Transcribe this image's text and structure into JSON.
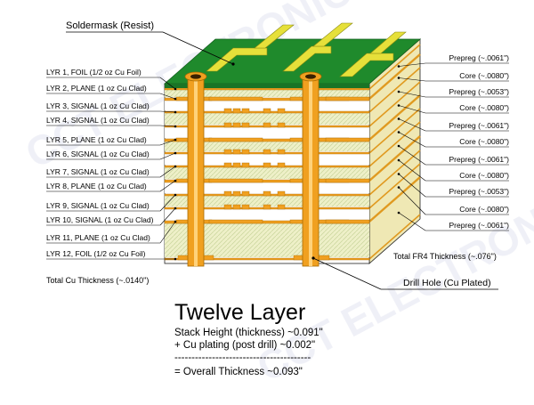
{
  "callouts": {
    "soldermask": "Soldermask (Resist)",
    "drill_hole": "Drill Hole (Cu Plated)",
    "total_cu": "Total Cu Thickness (~.0140\")",
    "total_fr4": "Total FR4 Thickness (~.076\")"
  },
  "left_layers": [
    "LYR 1, FOIL (1/2 oz Cu Foil)",
    "LYR 2, PLANE (1 oz Cu Clad)",
    "LYR 3, SIGNAL (1 oz Cu Clad)",
    "LYR 4, SIGNAL (1 oz Cu Clad)",
    "LYR 5, PLANE (1 oz Cu Clad)",
    "LYR 6, SIGNAL (1 oz Cu Clad)",
    "LYR 7, SIGNAL (1 oz Cu Clad)",
    "LYR 8, PLANE (1 oz Cu Clad)",
    "LYR 9, SIGNAL (1 oz Cu Clad)",
    "LYR 10, SIGNAL (1 oz Cu Clad)",
    "LYR 11, PLANE (1 oz Cu Clad)",
    "LYR 12, FOIL (1/2 oz Cu Foil)"
  ],
  "right_layers": [
    "Prepreg (~.0061\")",
    "Core (~.0080\")",
    "Prepreg (~.0053\")",
    "Core (~.0080\")",
    "Prepreg (~.0061\")",
    "Core (~.0080\")",
    "Prepreg (~.0061\")",
    "Core (~.0080\")",
    "Prepreg (~.0053\")",
    "Core (~.0080\")",
    "Prepreg (~.0061\")"
  ],
  "summary": {
    "title": "Twelve Layer",
    "line1": "Stack Height (thickness) ~0.091\"",
    "line2": "+ Cu plating (post drill) ~0.002\"",
    "divider": "----------------------------------------",
    "line3": "= Overall Thickness ~0.093\""
  },
  "watermark": "CCT ELECTRONICS",
  "colors": {
    "soldermask": "#1f8a2c",
    "copper": "#f0a020",
    "prepreg": "#f3f0c0",
    "core": "#e8ecd0",
    "outline": "#1a1a1a"
  }
}
